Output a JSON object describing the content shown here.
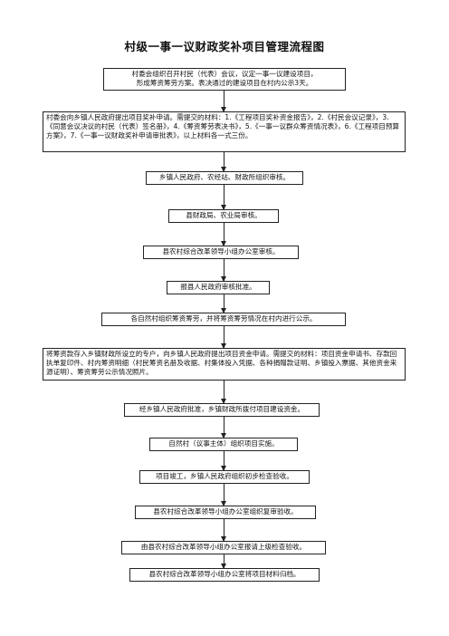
{
  "title": "村级一事一议财政奖补项目管理流程图",
  "steps": [
    "村委会组织召开村民（代表）会议，议定一事一议建设项目，\n形成筹资筹劳方案。表决通过的建设项目在村内公示3天。",
    "村委会向乡镇人民政府提出项目奖补申请。需提交的材料：1.《工程项目奖补资金报告》，2.《村民会议记录》，3.《同意会议决议的村民（代表）签名册》，4.《筹资筹劳表决书》，5.《一事一议群众筹资情况表》，6.《工程项目预算方案》，7.《一事一议财政奖补申请审批表》，以上材料各一式三份。",
    "乡镇人民政府、农经站、财政所组织审核。",
    "县财政局、农业局审核。",
    "县农村综合改革领导小组办公室审核。",
    "报县人民政府审核批准。",
    "各自然村组织筹资筹劳，并将筹资筹劳情况在村内进行公示。",
    "将筹资款存入乡镇财政所设立的专户，向乡镇人民政府提出项目资金申请。需提交的材料：项目资金申请书、存款回执单复印件、村内筹资明细（村民筹资名册及收据、村集体投入凭据、各种捐赠款证明、乡镇投入票据、其他资金来源证明）、筹资筹劳公示情况照片。",
    "经乡镇人民政府批准，乡镇财政所拨付项目建设资金。",
    "自然村（议事主体）组织项目实施。",
    "项目竣工，乡镇人民政府组织初步检查验收。",
    "县农村综合改革领导小组办公室组织复审验收。",
    "由县农村综合改革领导小组办公室报请上级检查验收。",
    "县农村综合改革领导小组办公室将项目材料归档。"
  ]
}
